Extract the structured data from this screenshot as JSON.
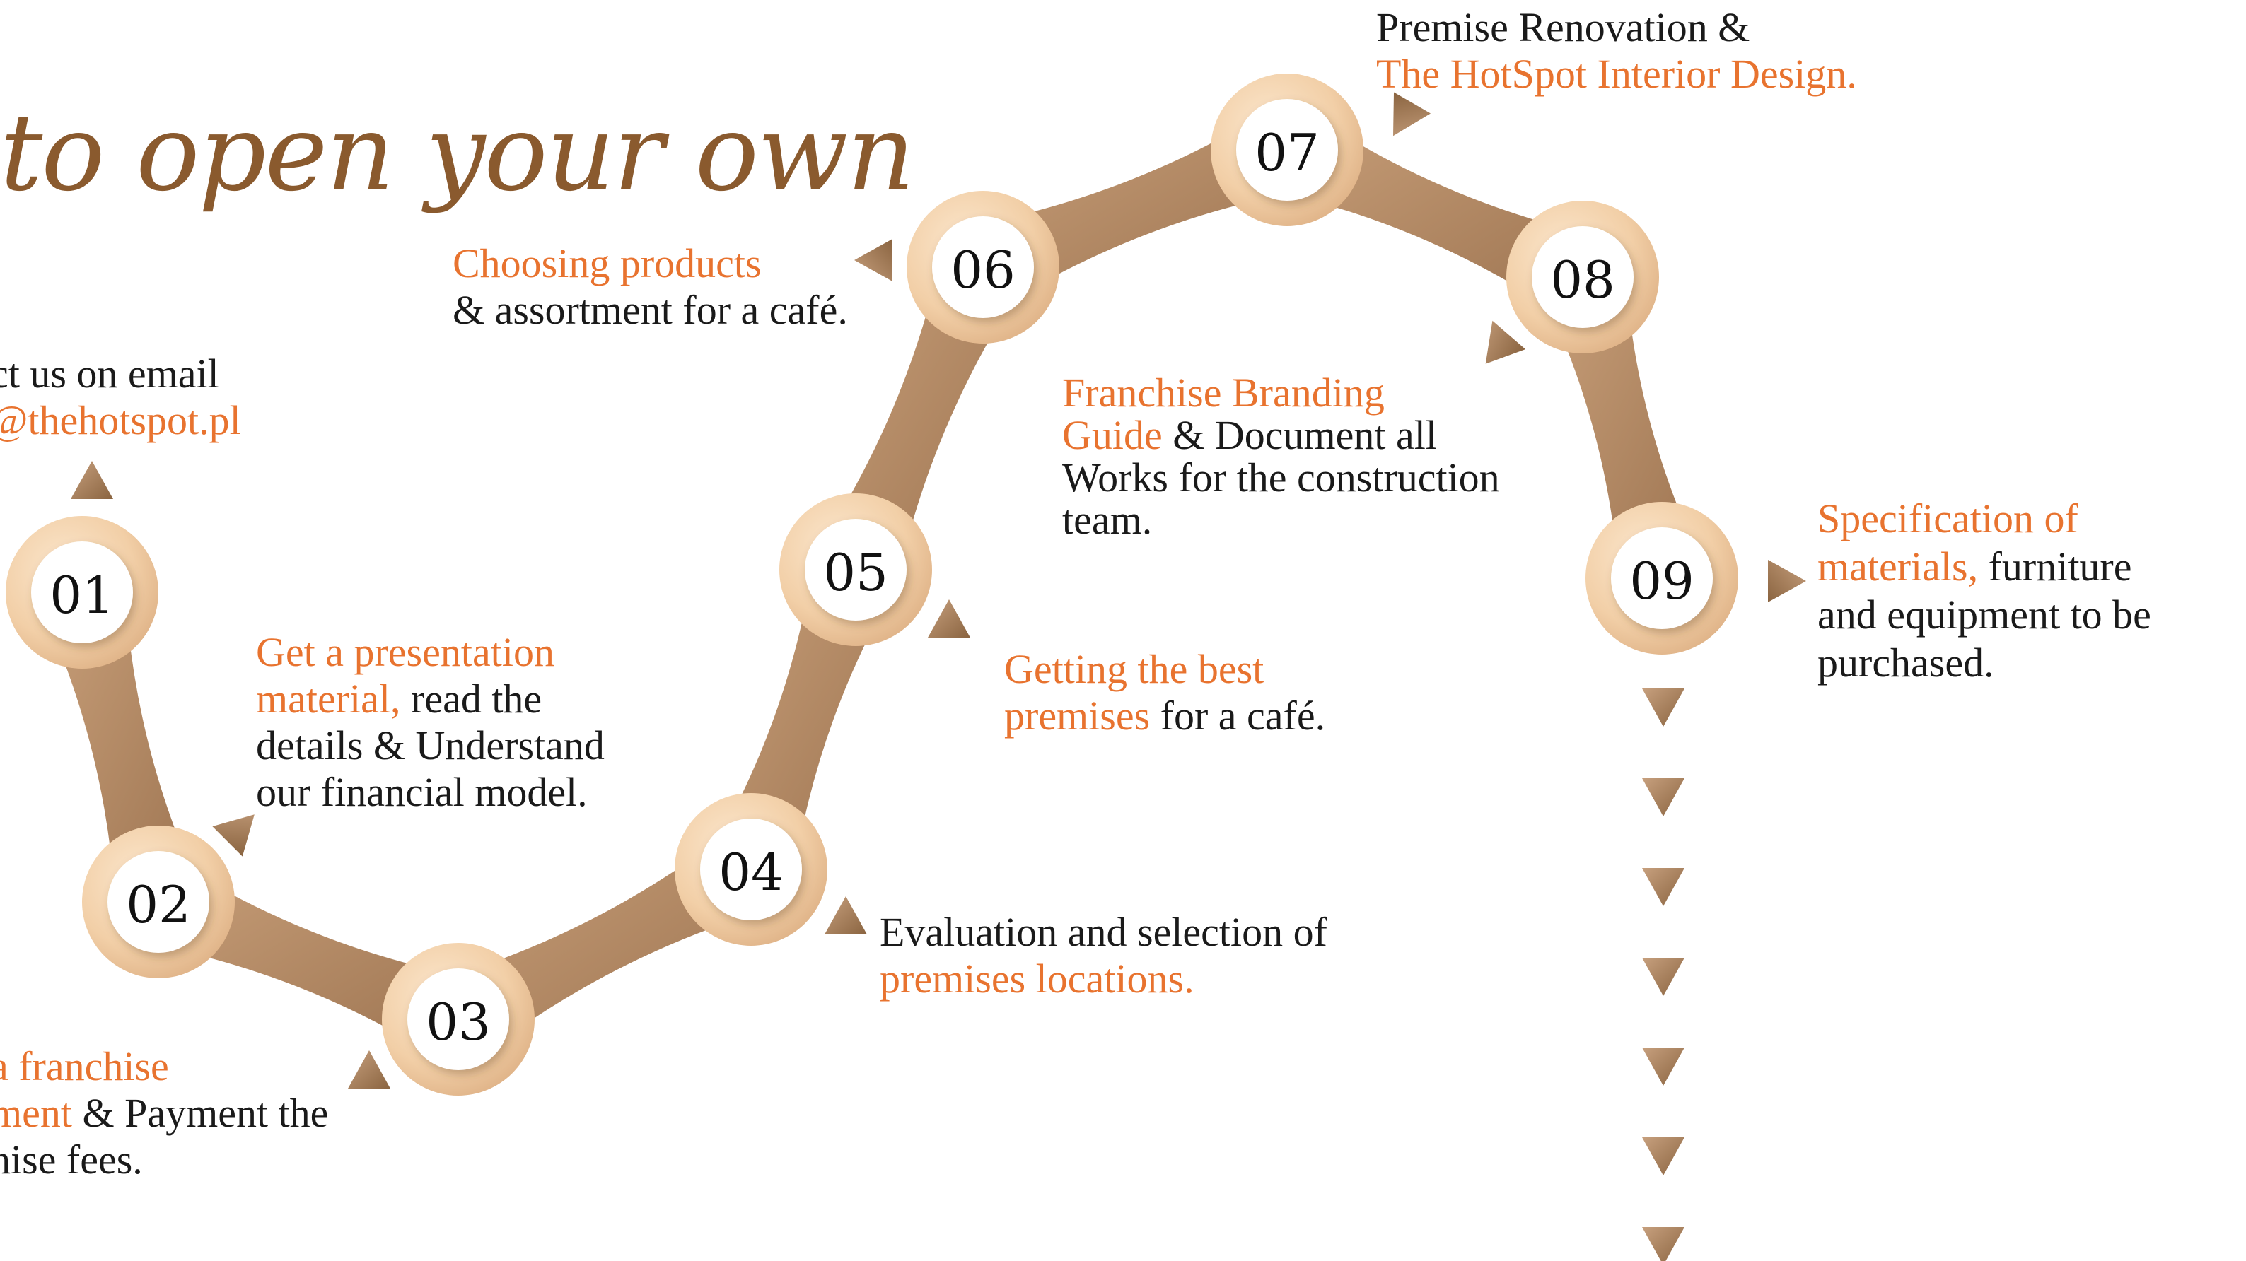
{
  "heading": "to open your own",
  "colors": {
    "accent": "#e8732f",
    "text": "#1a1a1a",
    "node_outer": "#f2cfa7",
    "node_inner": "#ffffff",
    "connector": "#b88e6a",
    "heading": "#8a5a2e"
  },
  "steps": [
    {
      "number": "01",
      "lines": [
        {
          "parts": [
            {
              "text": "ct us on email",
              "accent": false
            }
          ]
        },
        {
          "parts": [
            {
              "text": "@thehotspot.pl",
              "accent": true
            }
          ]
        }
      ]
    },
    {
      "number": "02",
      "lines": [
        {
          "parts": [
            {
              "text": "Get a presentation",
              "accent": true
            }
          ]
        },
        {
          "parts": [
            {
              "text": "material,",
              "accent": true
            },
            {
              "text": " read the",
              "accent": false
            }
          ]
        },
        {
          "parts": [
            {
              "text": "details & Understand",
              "accent": false
            }
          ]
        },
        {
          "parts": [
            {
              "text": "our financial model.",
              "accent": false
            }
          ]
        }
      ]
    },
    {
      "number": "03",
      "lines": [
        {
          "parts": [
            {
              "text": "a franchise",
              "accent": true
            }
          ]
        },
        {
          "parts": [
            {
              "text": "ment",
              "accent": true
            },
            {
              "text": " & Payment the",
              "accent": false
            }
          ]
        },
        {
          "parts": [
            {
              "text": "hise fees.",
              "accent": false
            }
          ]
        }
      ]
    },
    {
      "number": "04",
      "lines": [
        {
          "parts": [
            {
              "text": "Evaluation and selection of",
              "accent": false
            }
          ]
        },
        {
          "parts": [
            {
              "text": "premises locations.",
              "accent": true
            }
          ]
        }
      ]
    },
    {
      "number": "05",
      "lines": [
        {
          "parts": [
            {
              "text": "Getting the best",
              "accent": true
            }
          ]
        },
        {
          "parts": [
            {
              "text": "premises",
              "accent": true
            },
            {
              "text": " for a café.",
              "accent": false
            }
          ]
        }
      ]
    },
    {
      "number": "06",
      "lines": [
        {
          "parts": [
            {
              "text": "Choosing products",
              "accent": true
            }
          ]
        },
        {
          "parts": [
            {
              "text": "& assortment for a café.",
              "accent": false
            }
          ]
        }
      ]
    },
    {
      "number": "07",
      "lines": [
        {
          "parts": [
            {
              "text": "Premise Renovation &",
              "accent": false
            }
          ]
        },
        {
          "parts": [
            {
              "text": "The HotSpot Interior Design.",
              "accent": true
            }
          ]
        }
      ]
    },
    {
      "number": "08",
      "lines": [
        {
          "parts": [
            {
              "text": "Franchise Branding",
              "accent": true
            }
          ]
        },
        {
          "parts": [
            {
              "text": "Guide",
              "accent": true
            },
            {
              "text": " & Document all",
              "accent": false
            }
          ]
        },
        {
          "parts": [
            {
              "text": "Works for the construction",
              "accent": false
            }
          ]
        },
        {
          "parts": [
            {
              "text": "team.",
              "accent": false
            }
          ]
        }
      ]
    },
    {
      "number": "09",
      "lines": [
        {
          "parts": [
            {
              "text": "Specification of",
              "accent": true
            }
          ]
        },
        {
          "parts": [
            {
              "text": "materials,",
              "accent": true
            },
            {
              "text": " furniture",
              "accent": false
            }
          ]
        },
        {
          "parts": [
            {
              "text": "and equipment to be",
              "accent": false
            }
          ]
        },
        {
          "parts": [
            {
              "text": "purchased.",
              "accent": false
            }
          ]
        }
      ]
    }
  ],
  "continuation_arrows": {
    "count": 7,
    "icon": "triangle-down-icon"
  }
}
